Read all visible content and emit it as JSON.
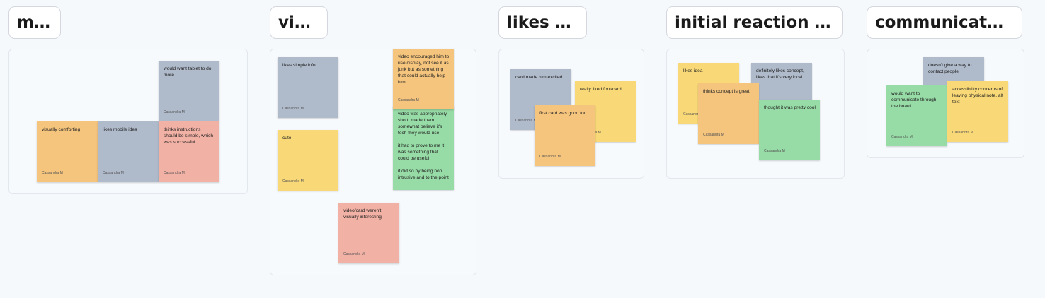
{
  "colors": {
    "orange": "#f5c57e",
    "gray": "#afbacb",
    "red": "#f2b1a5",
    "yellow": "#f9d977",
    "green": "#97dca6"
  },
  "sections": [
    {
      "title": "misc",
      "notes": [
        {
          "text": "would want tablet to do more",
          "author": "Cassandra M",
          "color": "gray"
        },
        {
          "text": "visually comforting",
          "author": "Cassandra M",
          "color": "orange"
        },
        {
          "text": "likes mobile idea",
          "author": "Cassandra M",
          "color": "gray"
        },
        {
          "text": "thinks instructions should be simple, which was successful",
          "author": "Cassandra M",
          "color": "red"
        }
      ]
    },
    {
      "title": "video",
      "notes": [
        {
          "text": "likes simple info",
          "author": "Cassandra M",
          "color": "gray"
        },
        {
          "text": "video encouraged him to use display, not see it as junk but as something that could actually help him",
          "author": "Cassandra M",
          "color": "orange"
        },
        {
          "text": "video was appropriately short, made them somewhat believe it's tech they would use\n\nit had to prove to me it was something that could be useful\n\nit did so by being non intrusive and to the point",
          "author": "",
          "color": "green"
        },
        {
          "text": "cute",
          "author": "Cassandra M",
          "color": "yellow"
        },
        {
          "text": "video/card weren't visually interesting",
          "author": "Cassandra M",
          "color": "red"
        }
      ]
    },
    {
      "title": "likes card",
      "notes": [
        {
          "text": "card made him excited",
          "author": "Cassandra M",
          "color": "gray"
        },
        {
          "text": "really liked font/card",
          "author": "Cassandra M",
          "color": "yellow"
        },
        {
          "text": "first card was good too",
          "author": "Cassandra M",
          "color": "orange"
        }
      ]
    },
    {
      "title": "initial reaction to co...",
      "notes": [
        {
          "text": "likes idea",
          "author": "Cassandra M",
          "color": "yellow"
        },
        {
          "text": "definitely likes concept, likes that it's very local",
          "author": "",
          "color": "gray"
        },
        {
          "text": "thinks concept is great",
          "author": "Cassandra M",
          "color": "orange"
        },
        {
          "text": "thought it was pretty cool",
          "author": "Cassandra M",
          "color": "green"
        }
      ]
    },
    {
      "title": "communicate thr...",
      "notes": [
        {
          "text": "doesn't give a way to contact people",
          "author": "",
          "color": "gray"
        },
        {
          "text": "would want to communicate through the board",
          "author": "Cassandra M",
          "color": "green"
        },
        {
          "text": "accessibility concerns of leaving physical note, alt text",
          "author": "Cassandra M",
          "color": "yellow"
        }
      ]
    }
  ]
}
